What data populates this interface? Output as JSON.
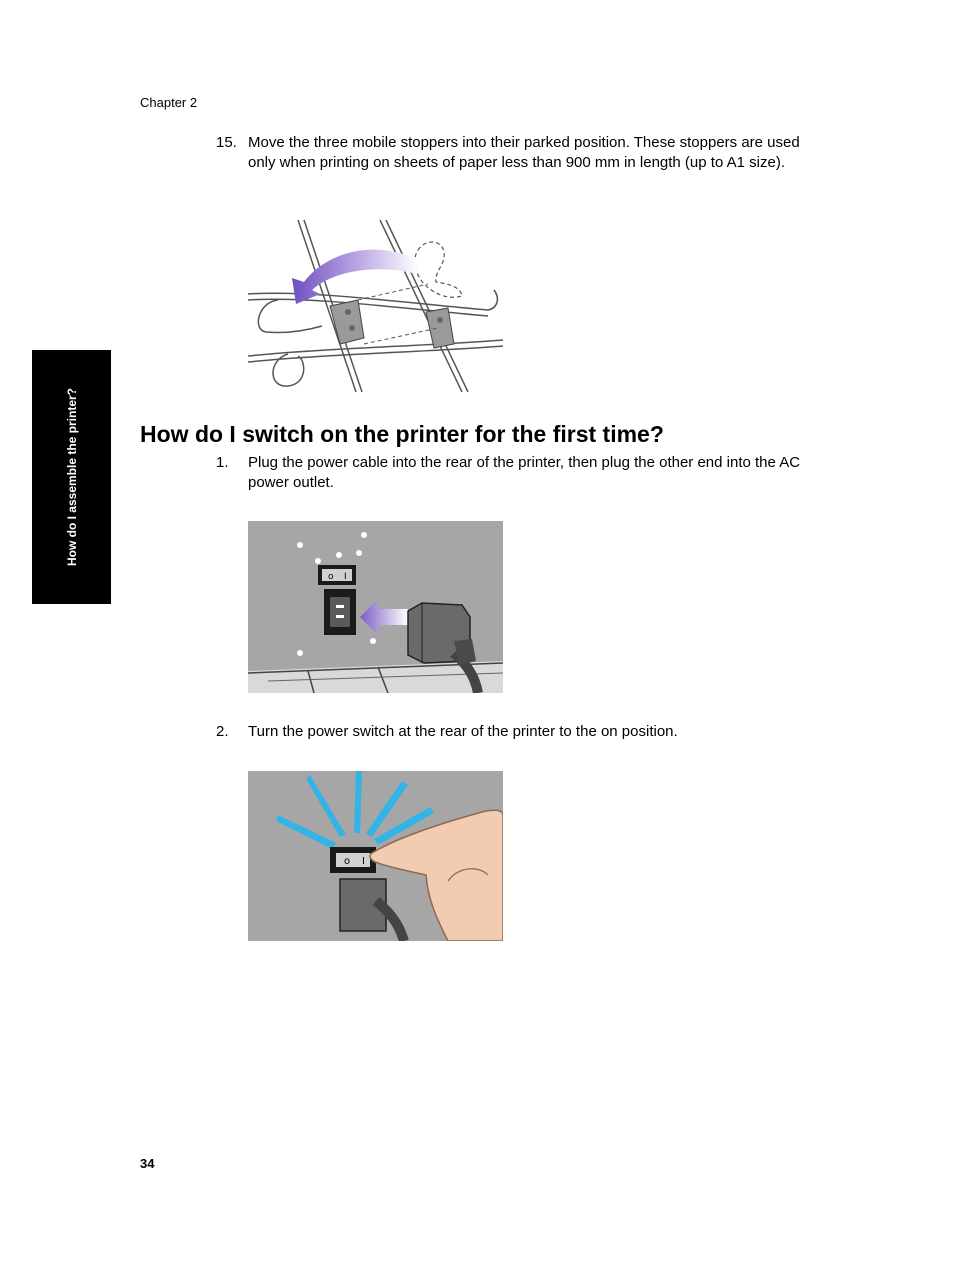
{
  "header": {
    "chapter": "Chapter 2"
  },
  "side_tab": {
    "label": "How do I assemble the printer?"
  },
  "steps_top": [
    {
      "number": "15.",
      "text": "Move the three mobile stoppers into their parked position. These stoppers are used only when printing on sheets of paper less than 900 mm in length (up to A1 size)."
    }
  ],
  "section": {
    "heading": "How do I switch on the printer for the first time?",
    "steps": [
      {
        "number": "1.",
        "text": "Plug the power cable into the rear of the printer, then plug the other end into the AC power outlet."
      },
      {
        "number": "2.",
        "text": "Turn the power switch at the rear of the printer to the on position."
      }
    ]
  },
  "footer": {
    "page_number": "34"
  },
  "colors": {
    "arrow_purple": "#7a5cc4",
    "ray_blue": "#33b3e6",
    "panel_gray": "#a6a6a6"
  }
}
